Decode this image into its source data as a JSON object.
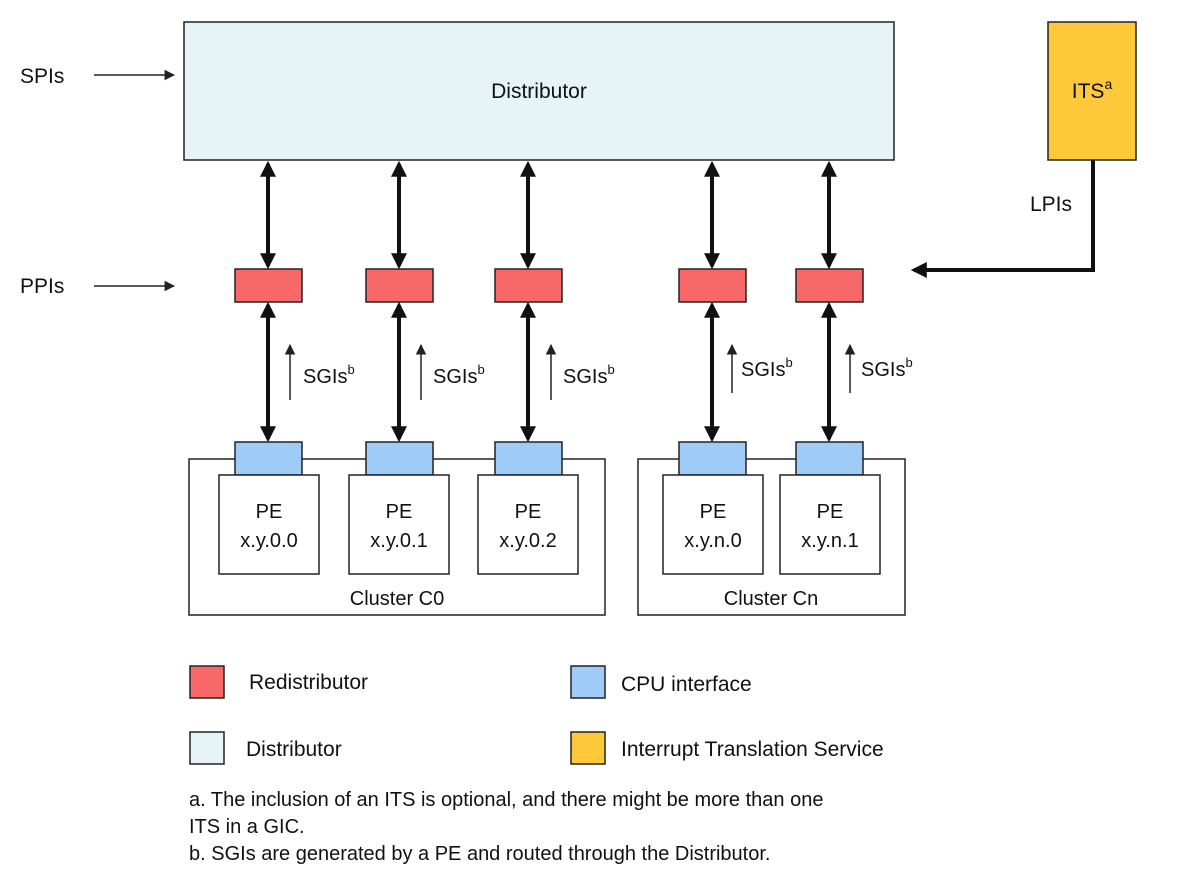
{
  "colors": {
    "distributor": "#e6f3f7",
    "redistributor": "#f86868",
    "cpu_interface": "#9ecbf8",
    "its": "#fdc93a",
    "stroke": "#222222"
  },
  "distributor": {
    "label": "Distributor"
  },
  "its": {
    "label": "ITS",
    "sup": "a"
  },
  "inputs": {
    "spis": "SPIs",
    "ppis": "PPIs",
    "lpis": "LPIs"
  },
  "sgi": {
    "label": "SGIs",
    "sup": "b"
  },
  "pes": [
    {
      "line1": "PE",
      "line2": "x.y.0.0"
    },
    {
      "line1": "PE",
      "line2": "x.y.0.1"
    },
    {
      "line1": "PE",
      "line2": "x.y.0.2"
    },
    {
      "line1": "PE",
      "line2": "x.y.n.0"
    },
    {
      "line1": "PE",
      "line2": "x.y.n.1"
    }
  ],
  "clusters": [
    {
      "label": "Cluster C0"
    },
    {
      "label": "Cluster Cn"
    }
  ],
  "legend": {
    "redistributor": "Redistributor",
    "cpu_interface": "CPU interface",
    "distributor": "Distributor",
    "its": "Interrupt Translation Service"
  },
  "notes": {
    "a_line1": "a. The inclusion of an ITS is optional, and there might be more than one",
    "a_line2": "ITS in a GIC.",
    "b": "b. SGIs are generated by a PE and routed through the Distributor."
  }
}
